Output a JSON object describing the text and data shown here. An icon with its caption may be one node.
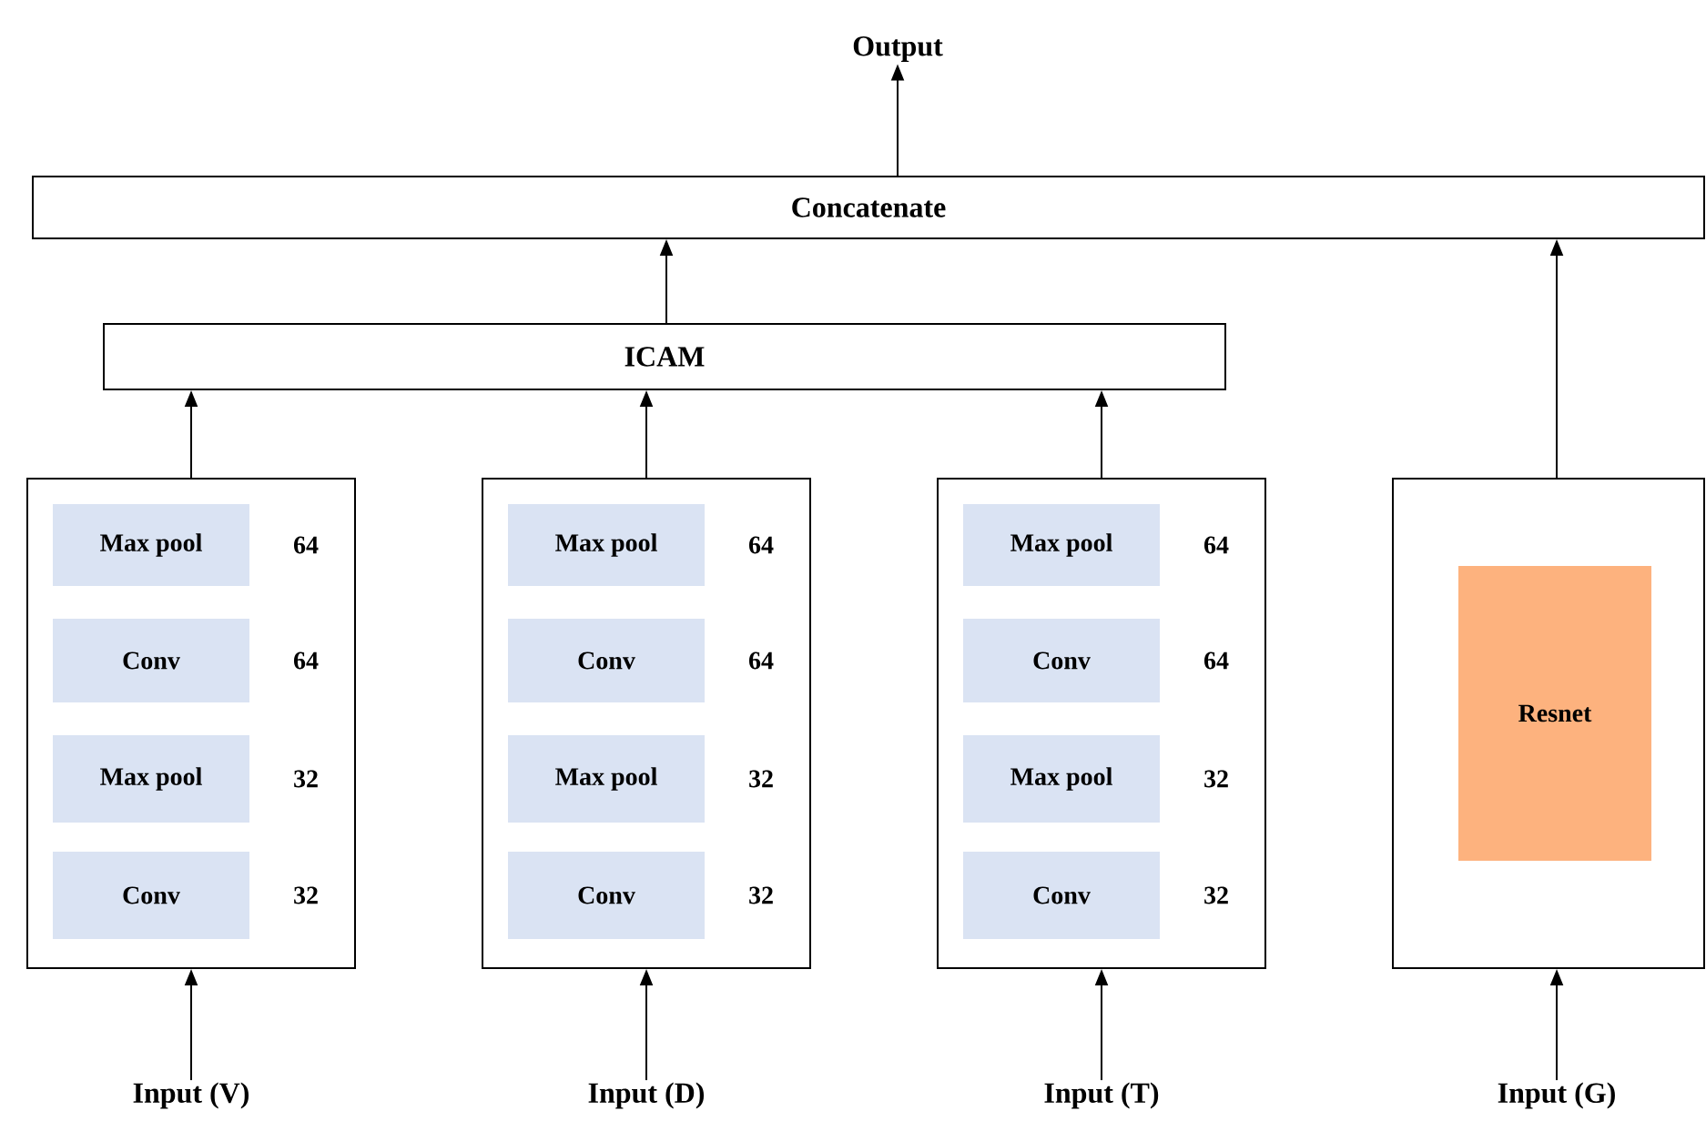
{
  "diagram": {
    "nodes": [
      {
        "text": [
          "Output"
        ]
      },
      {
        "text": [
          "Concatenate"
        ]
      },
      {
        "text": [
          "ICAM"
        ]
      },
      {
        "text": [],
        "shape": "box"
      },
      {
        "text": [
          "Max pool"
        ],
        "in": 3,
        "beside": [
          "64"
        ]
      },
      {
        "text": [
          "Conv"
        ],
        "in": 3,
        "beside": [
          "64"
        ]
      },
      {
        "text": [
          "Max pool"
        ],
        "in": 3,
        "beside": [
          "32"
        ]
      },
      {
        "text": [
          "Conv"
        ],
        "in": 3,
        "beside": [
          "32"
        ]
      },
      {
        "text": [],
        "shape": "box"
      },
      {
        "text": [
          "Max pool"
        ],
        "in": 8,
        "beside": [
          "64"
        ]
      },
      {
        "text": [
          "Conv"
        ],
        "in": 8,
        "beside": [
          "64"
        ]
      },
      {
        "text": [
          "Max pool"
        ],
        "in": 8,
        "beside": [
          "32"
        ]
      },
      {
        "text": [
          "Conv"
        ],
        "in": 8,
        "beside": [
          "32"
        ]
      },
      {
        "text": [],
        "shape": "box"
      },
      {
        "text": [
          "Max pool"
        ],
        "in": 13,
        "beside": [
          "64"
        ]
      },
      {
        "text": [
          "Conv"
        ],
        "in": 13,
        "beside": [
          "64"
        ]
      },
      {
        "text": [
          "Max pool"
        ],
        "in": 13,
        "beside": [
          "32"
        ]
      },
      {
        "text": [
          "Conv"
        ],
        "in": 13,
        "beside": [
          "32"
        ]
      },
      {
        "text": [],
        "shape": "box"
      },
      {
        "text": [
          "Resnet"
        ],
        "in": 18
      },
      {
        "text": [
          "Input (V)"
        ]
      },
      {
        "text": [
          "Input (D)"
        ]
      },
      {
        "text": [
          "Input (T)"
        ]
      },
      {
        "text": [
          "Input (G)"
        ]
      }
    ],
    "edges": [
      {
        "from": 1,
        "to": 0,
        "arrow": "to"
      },
      {
        "from": 2,
        "to": 1,
        "arrow": "to"
      },
      {
        "from": 3,
        "to": 2,
        "arrow": "to"
      },
      {
        "from": 8,
        "to": 2,
        "arrow": "to"
      },
      {
        "from": 13,
        "to": 2,
        "arrow": "to"
      },
      {
        "from": 18,
        "to": 1,
        "arrow": "to"
      },
      {
        "from": 20,
        "to": 3,
        "arrow": "to"
      },
      {
        "from": 21,
        "to": 8,
        "arrow": "to"
      },
      {
        "from": 22,
        "to": 13,
        "arrow": "to"
      },
      {
        "from": 23,
        "to": 18,
        "arrow": "to"
      }
    ]
  }
}
